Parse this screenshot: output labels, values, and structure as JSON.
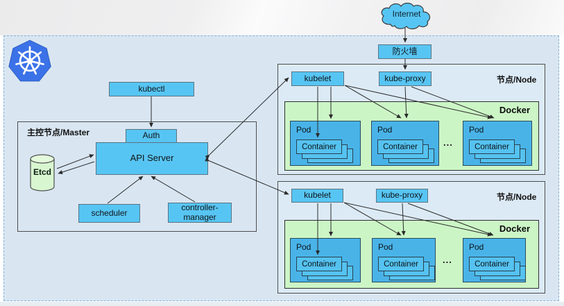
{
  "diagram": {
    "internet_label": "Internet",
    "firewall_label": "防火墙",
    "kubectl_label": "kubectl",
    "auth_label": "Auth",
    "api_server_label": "API Server",
    "etcd_label": "Etcd",
    "scheduler_label": "scheduler",
    "controller_manager_label": "controller-manager",
    "master_label_cn": "主控节点",
    "master_label_en": "/Master",
    "node_label_cn": "节点",
    "node_label_en": "/Node",
    "docker_label": "Docker",
    "kubelet_label": "kubelet",
    "kube_proxy_label": "kube-proxy",
    "pod_label": "Pod",
    "container_label": "Container",
    "ellipsis": "...",
    "colors": {
      "canvas_bg": "#d9e6f2",
      "box_blue": "#57c5f3",
      "pod_blue": "#49b3e8",
      "container_blue": "#55c2f0",
      "docker_green": "#ccf5c6",
      "etcd_green": "#d8f6d0",
      "k8s_logo_blue": "#3b72e8",
      "arrow_color": "#2a2a2a"
    }
  }
}
